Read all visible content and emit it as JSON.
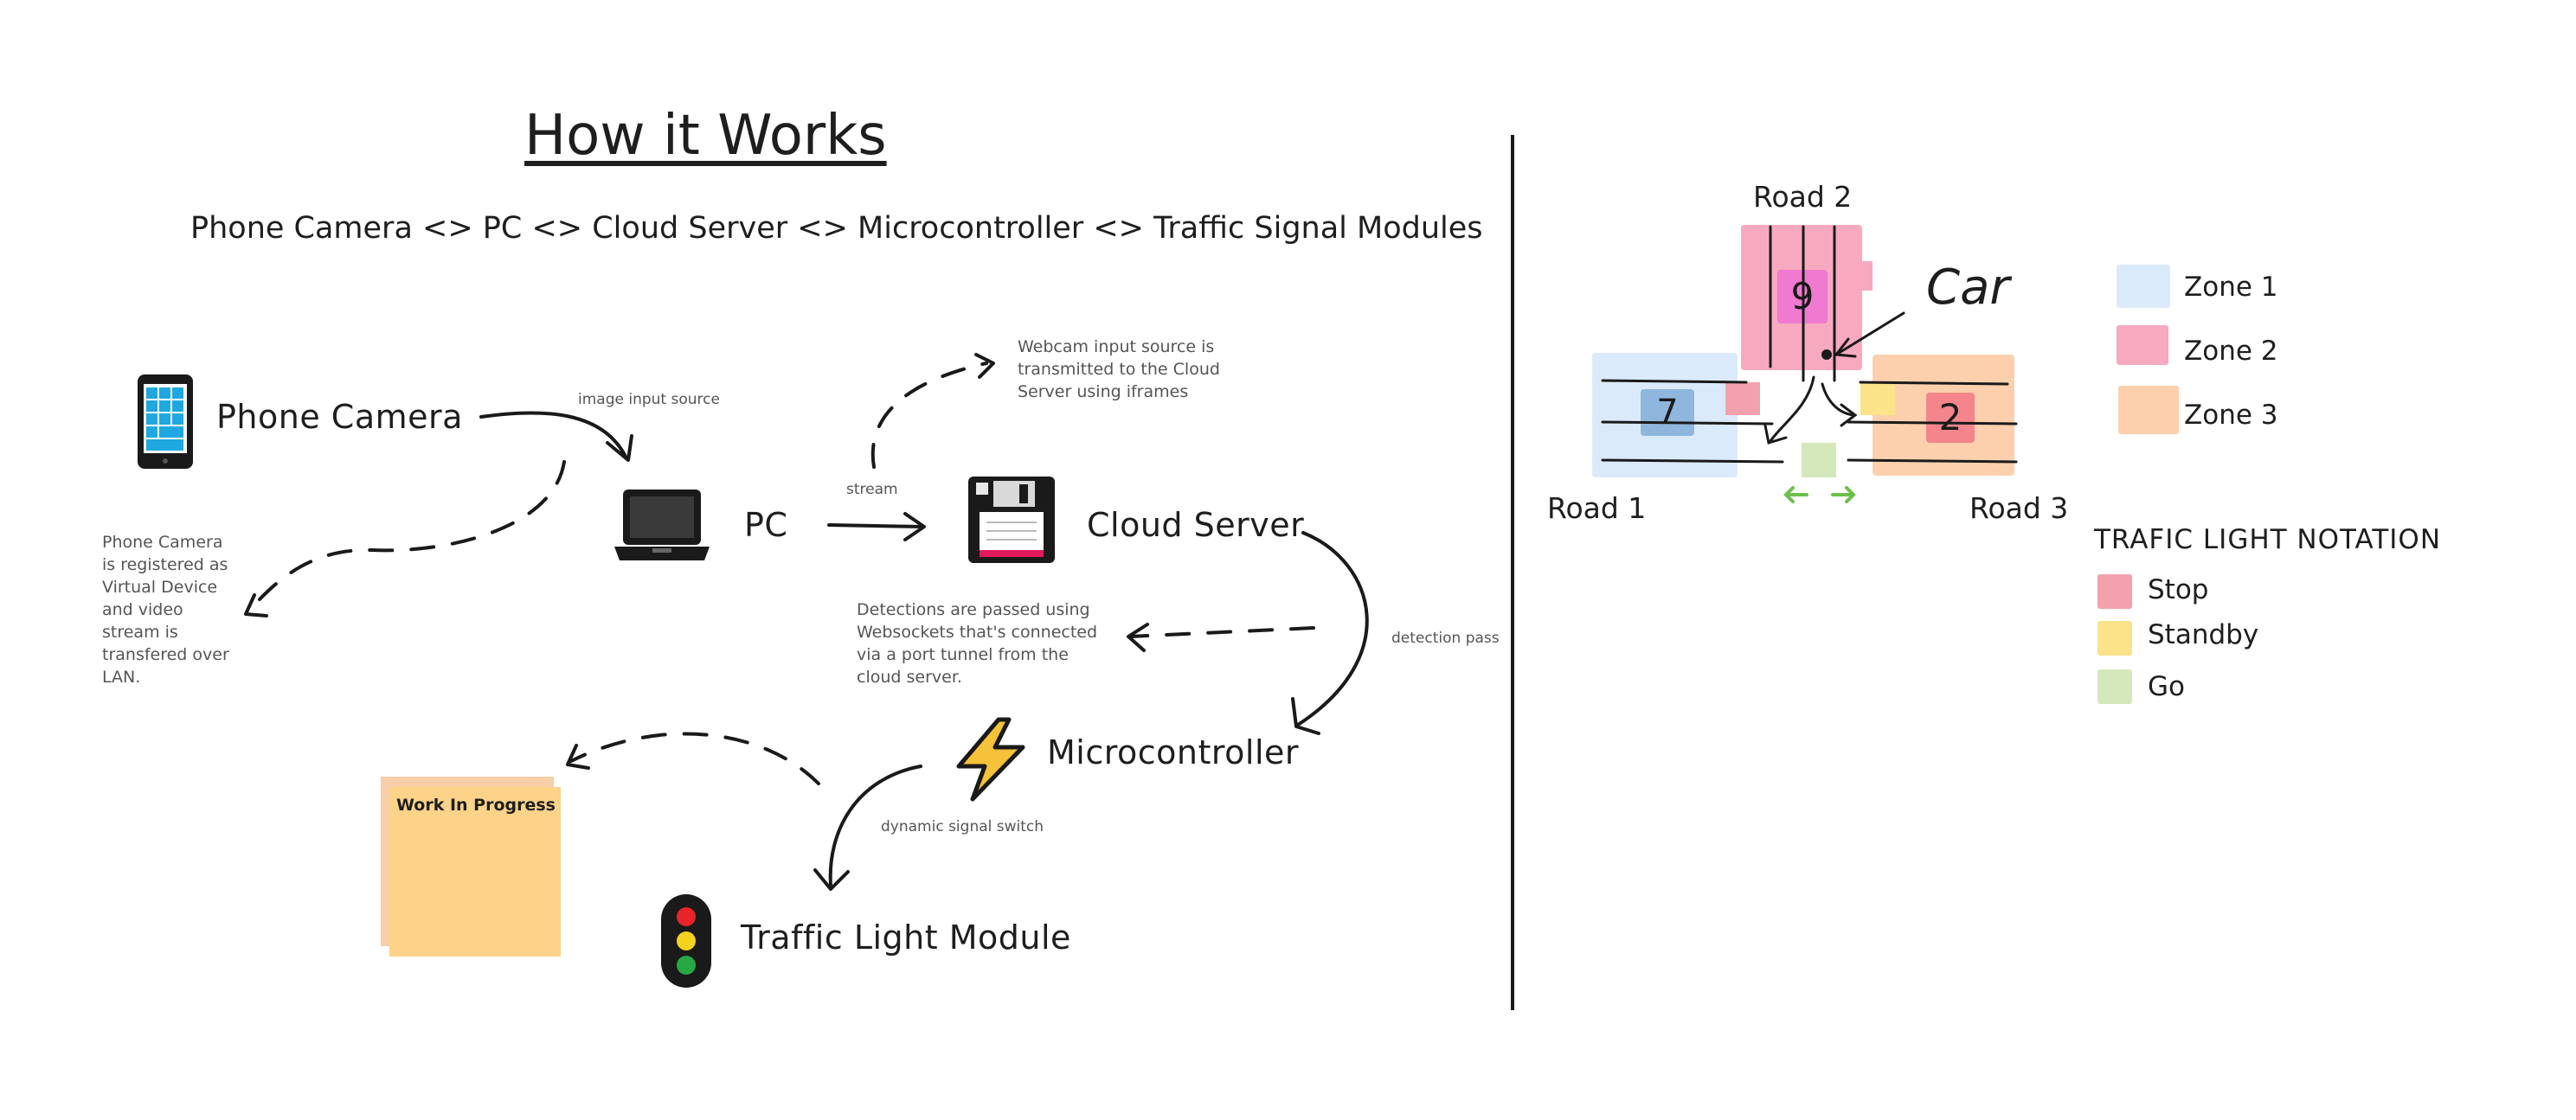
{
  "title": "How it Works",
  "pipeline": "Phone Camera <> PC <> Cloud Server <> Microcontroller <> Traffic Signal Modules",
  "nodes": {
    "phone": "Phone Camera",
    "pc": "PC",
    "cloud": "Cloud Server",
    "micro": "Microcontroller",
    "traffic": "Traffic Light Module"
  },
  "edge_labels": {
    "image_input": "image input source",
    "stream": "stream",
    "detection_pass": "detection pass",
    "dynamic_switch": "dynamic signal switch"
  },
  "notes": {
    "phone_note": "Phone Camera is registered as Virtual Device and video stream is transfered over LAN.",
    "webcam_note": "Webcam input source is transmitted to the Cloud Server using iframes",
    "websocket_note": "Detections are passed using Websockets that's connected via a port tunnel from the cloud server."
  },
  "sticky": "Work In Progress",
  "intersection": {
    "road1": "Road 1",
    "road2": "Road 2",
    "road3": "Road 3",
    "car_label": "Car",
    "zone1_count": "7",
    "zone2_count": "9",
    "zone3_count": "2"
  },
  "zone_legend": [
    {
      "label": "Zone 1",
      "color": "#dbeafb"
    },
    {
      "label": "Zone 2",
      "color": "#f7a9c0"
    },
    {
      "label": "Zone 3",
      "color": "#fcd0ad"
    }
  ],
  "traffic_legend": {
    "title": "TRAFIC LIGHT NOTATION",
    "items": [
      {
        "label": "Stop",
        "color": "#f3a1ad"
      },
      {
        "label": "Standby",
        "color": "#fbe38a"
      },
      {
        "label": "Go",
        "color": "#d5e8bc"
      }
    ]
  }
}
